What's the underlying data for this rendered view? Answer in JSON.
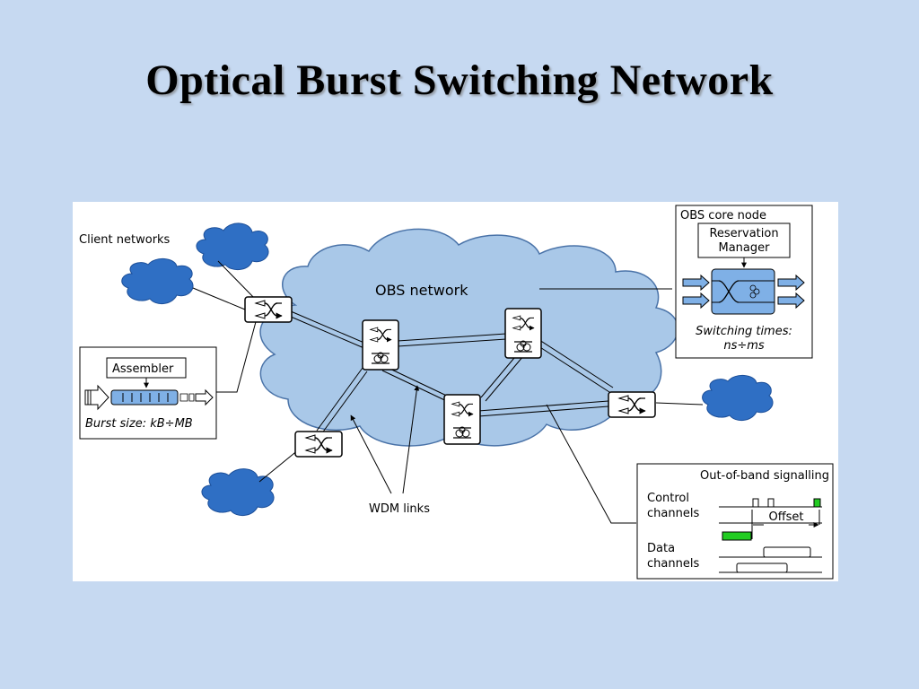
{
  "slide": {
    "title": "Optical Burst Switching Network"
  },
  "diagram": {
    "client_networks": "Client networks",
    "obs_network": "OBS network",
    "assembler": "Assembler",
    "burst_size": "Burst size: kB÷MB",
    "wdm_links": "WDM links",
    "core_node": {
      "title": "OBS core node",
      "reservation_line1": "Reservation",
      "reservation_line2": "Manager",
      "switching_line1": "Switching times:",
      "switching_line2": "ns÷ms"
    },
    "signalling": {
      "title": "Out-of-band signalling",
      "control_line1": "Control",
      "control_line2": "channels",
      "data_line1": "Data",
      "data_line2": "channels",
      "offset": "Offset"
    }
  },
  "colors": {
    "background": "#c6d9f1",
    "cloud_fill": "#a9c8e8",
    "client_cloud": "#2f6fc4",
    "burst_green": "#22cc22",
    "assembler_fill": "#7fb0e6"
  }
}
